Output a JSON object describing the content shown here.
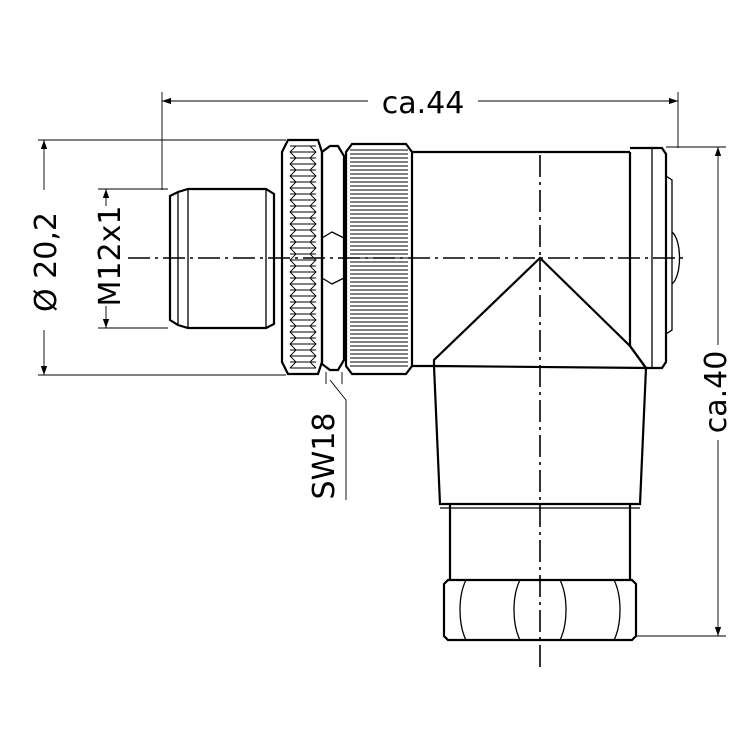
{
  "dimensions": {
    "overall_length": "ca.44",
    "overall_height": "ca.40",
    "outer_diameter": "Ø 20,2",
    "thread": "M12x1",
    "wrench_size": "SW18"
  }
}
